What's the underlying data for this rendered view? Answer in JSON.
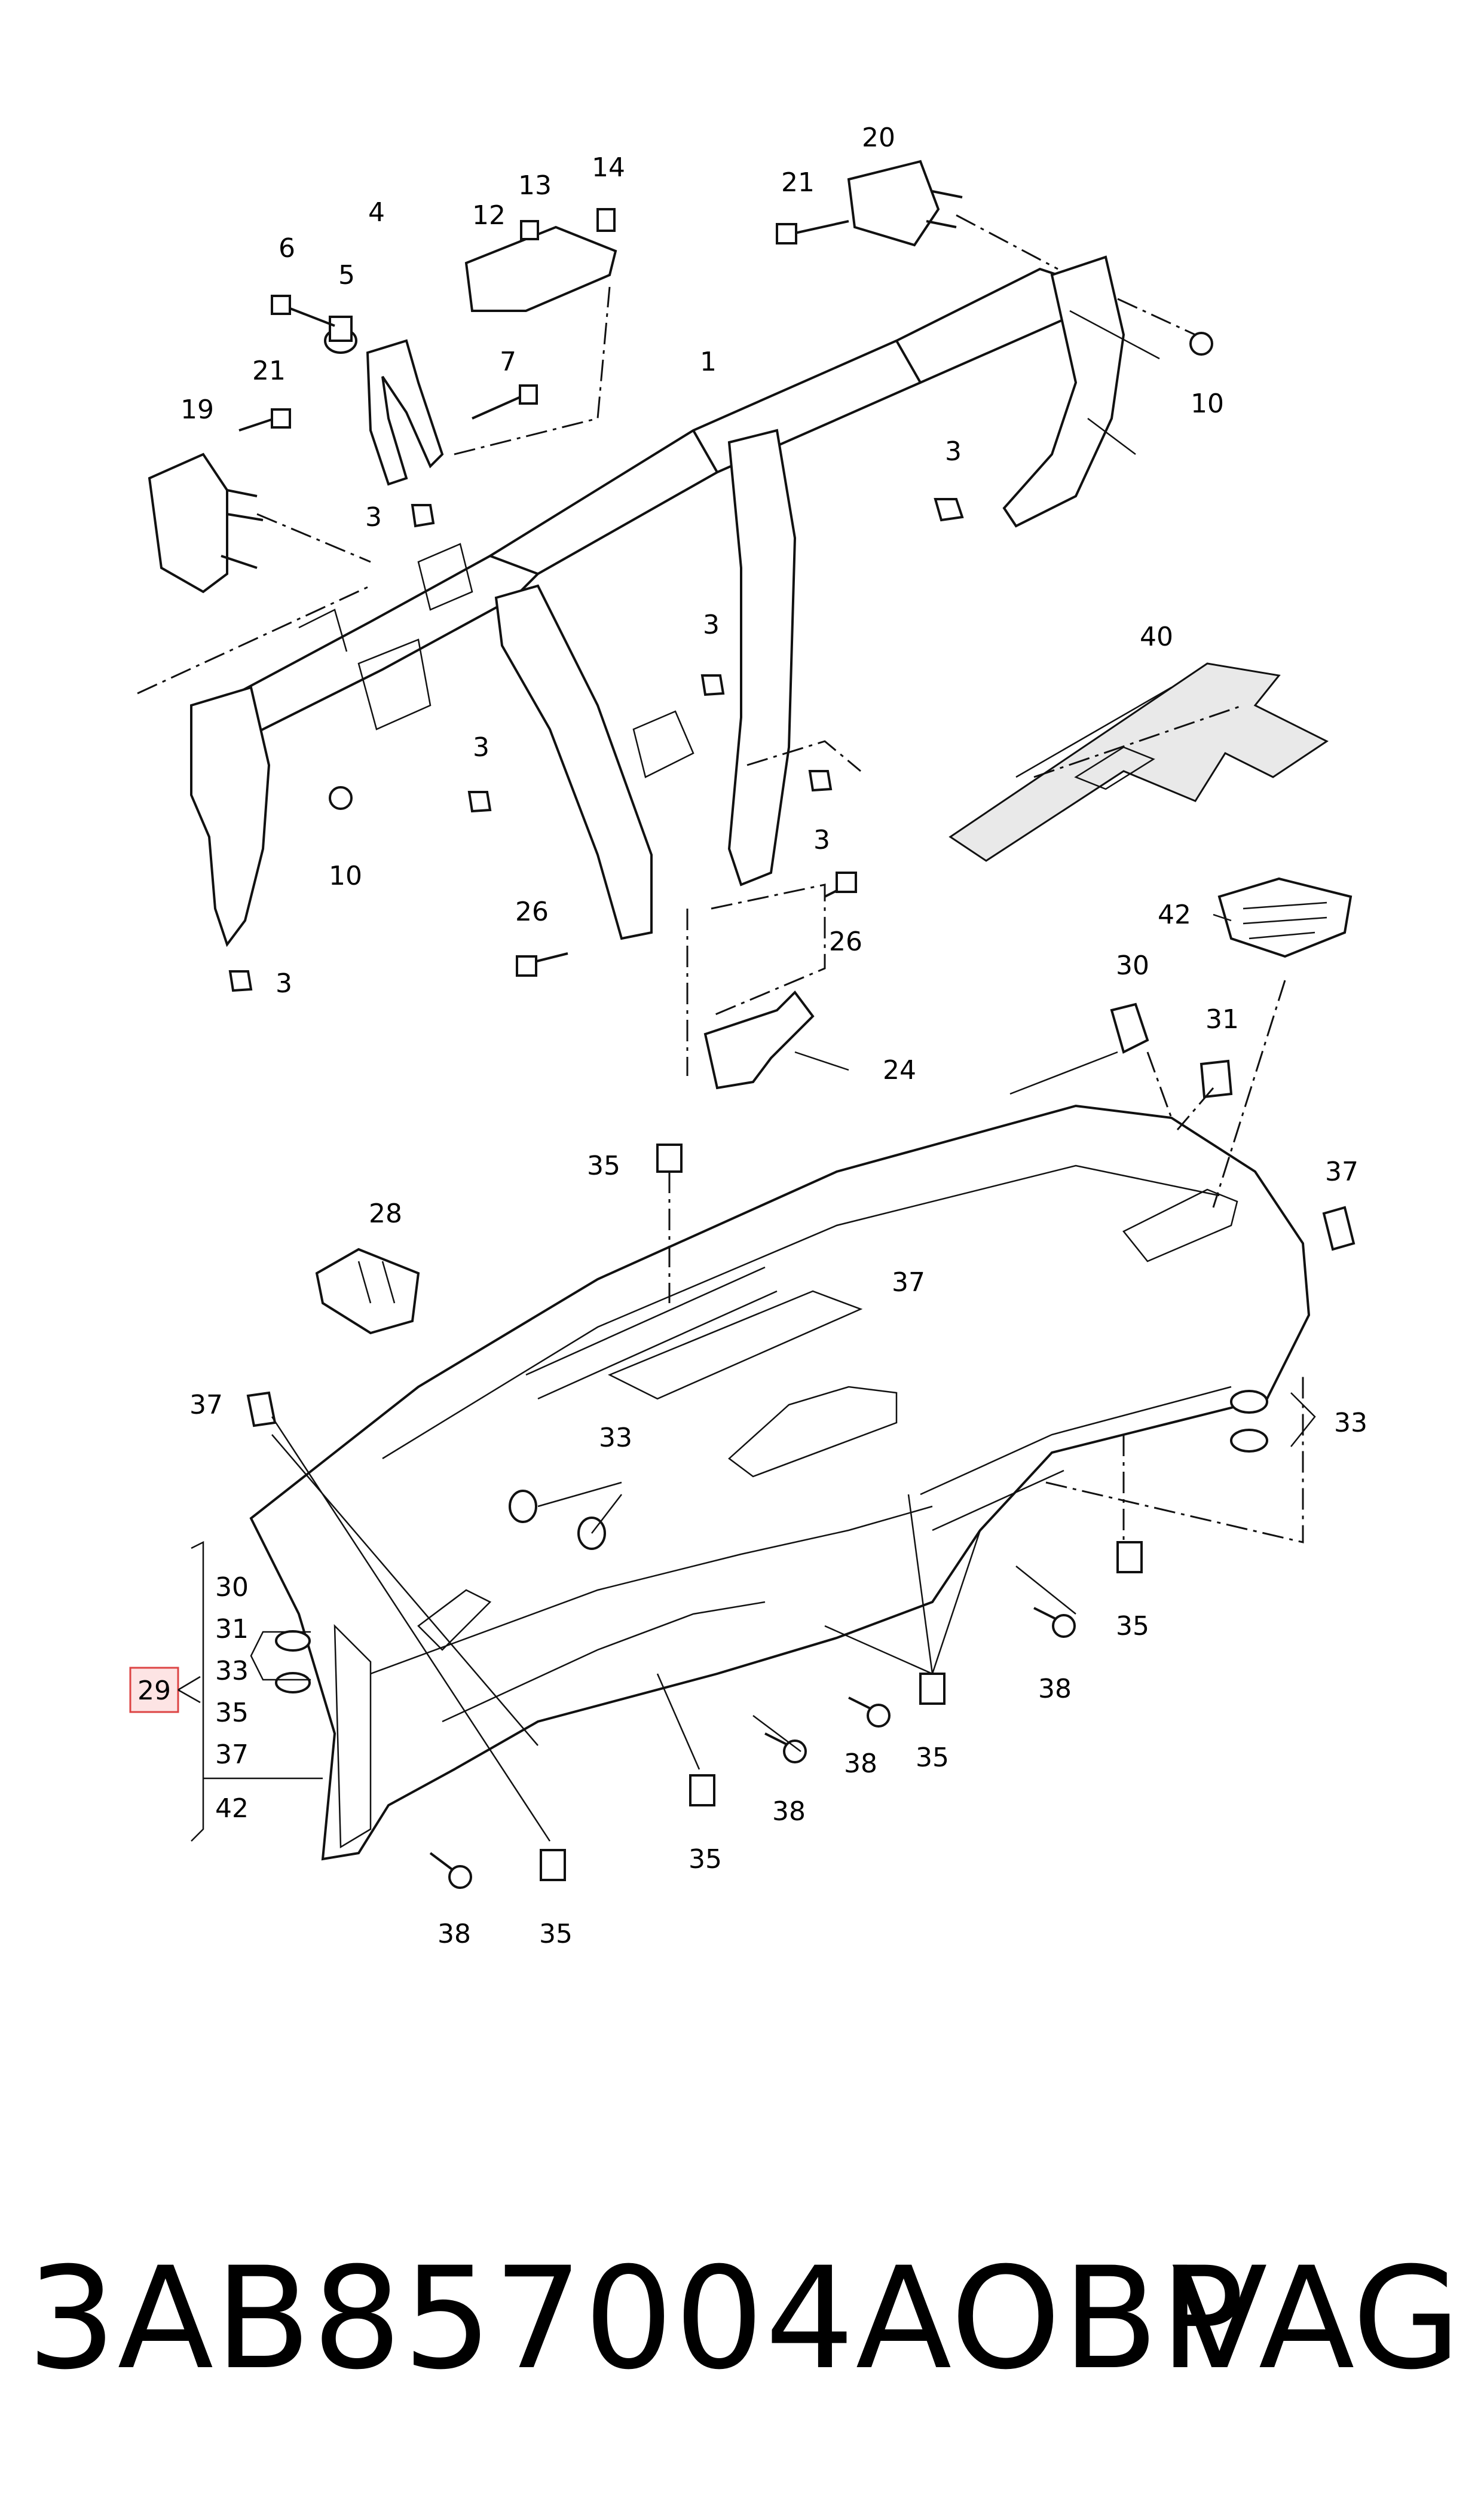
{
  "diagram": {
    "callouts": {
      "c1": "1",
      "c3a": "3",
      "c3b": "3",
      "c3c": "3",
      "c3d": "3",
      "c3e": "3",
      "c3f": "3",
      "c4": "4",
      "c5": "5",
      "c6": "6",
      "c7": "7",
      "c10a": "10",
      "c10b": "10",
      "c12": "12",
      "c13": "13",
      "c14": "14",
      "c19": "19",
      "c20": "20",
      "c21a": "21",
      "c21b": "21",
      "c24": "24",
      "c26a": "26",
      "c26b": "26",
      "c28": "28",
      "c30": "30",
      "c31": "31",
      "c33a": "33",
      "c33b": "33",
      "c35a": "35",
      "c35b": "35",
      "c35c": "35",
      "c35d": "35",
      "c35e": "35",
      "c37a": "37",
      "c37b": "37",
      "c37c": "37",
      "c38a": "38",
      "c38b": "38",
      "c38c": "38",
      "c38d": "38",
      "c40": "40",
      "c42": "42"
    },
    "group_box": {
      "label": "29",
      "items": [
        "30",
        "31",
        "33",
        "35",
        "37",
        "42"
      ]
    }
  },
  "footer": {
    "part_number": "3AB857004AOBP",
    "brand": "VAG"
  }
}
